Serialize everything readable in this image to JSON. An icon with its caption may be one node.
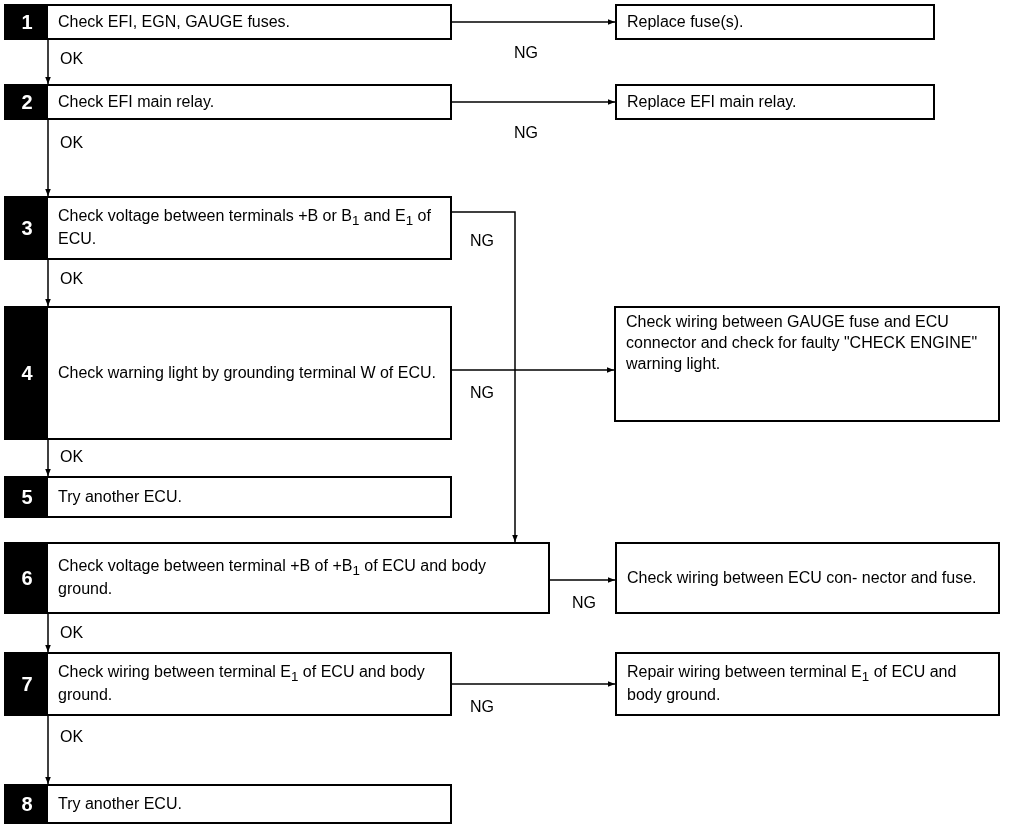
{
  "diagram": {
    "nodes": [
      {
        "text": [
          "1",
          "Check EFI, EGN, GAUGE fuses."
        ]
      },
      {
        "text": [
          "Replace fuse(s)."
        ]
      },
      {
        "text": [
          "2",
          "Check EFI main relay."
        ]
      },
      {
        "text": [
          "Replace EFI main relay."
        ]
      },
      {
        "text": [
          "3",
          "Check voltage between terminals +B or B$_{1}$ and E$_{1}$ of ECU."
        ]
      },
      {
        "text": [
          "4",
          "Check warning light by grounding terminal W of ECU."
        ]
      },
      {
        "text": [
          "Check wiring between GAUGE fuse and ECU connector and check for faulty \"CHECK ENGINE\" warning light."
        ]
      },
      {
        "text": [
          "5",
          "Try another ECU."
        ]
      },
      {
        "text": [
          "6",
          "Check voltage between terminal +B of +B$_{1}$ of ECU and body ground."
        ]
      },
      {
        "text": [
          "Check wiring between ECU con- nector and fuse."
        ]
      },
      {
        "text": [
          "7",
          "Check wiring between terminal E$_{1}$ of ECU and body ground."
        ]
      },
      {
        "text": [
          "Repair wiring between terminal E$_{1}$ of ECU and body ground."
        ]
      },
      {
        "text": [
          "8",
          "Try another ECU."
        ]
      }
    ],
    "edges": [
      {
        "from": 0,
        "to": 1,
        "arrow": "to",
        "label": "NG"
      },
      {
        "from": 0,
        "to": 2,
        "arrow": "to",
        "label": "OK"
      },
      {
        "from": 2,
        "to": 3,
        "arrow": "to",
        "label": "NG"
      },
      {
        "from": 2,
        "to": 4,
        "arrow": "to",
        "label": "OK"
      },
      {
        "from": 4,
        "to": 8,
        "arrow": "to",
        "label": "NG"
      },
      {
        "from": 4,
        "to": 5,
        "arrow": "to",
        "label": "OK"
      },
      {
        "from": 5,
        "to": 6,
        "arrow": "to",
        "label": "NG"
      },
      {
        "from": 5,
        "to": 7,
        "arrow": "to",
        "label": "OK"
      },
      {
        "from": 8,
        "to": 9,
        "arrow": "to",
        "label": "NG"
      },
      {
        "from": 8,
        "to": 10,
        "arrow": "to",
        "label": "OK"
      },
      {
        "from": 10,
        "to": 11,
        "arrow": "to",
        "label": "NG"
      },
      {
        "from": 10,
        "to": 12,
        "arrow": "to",
        "label": "OK"
      }
    ]
  }
}
